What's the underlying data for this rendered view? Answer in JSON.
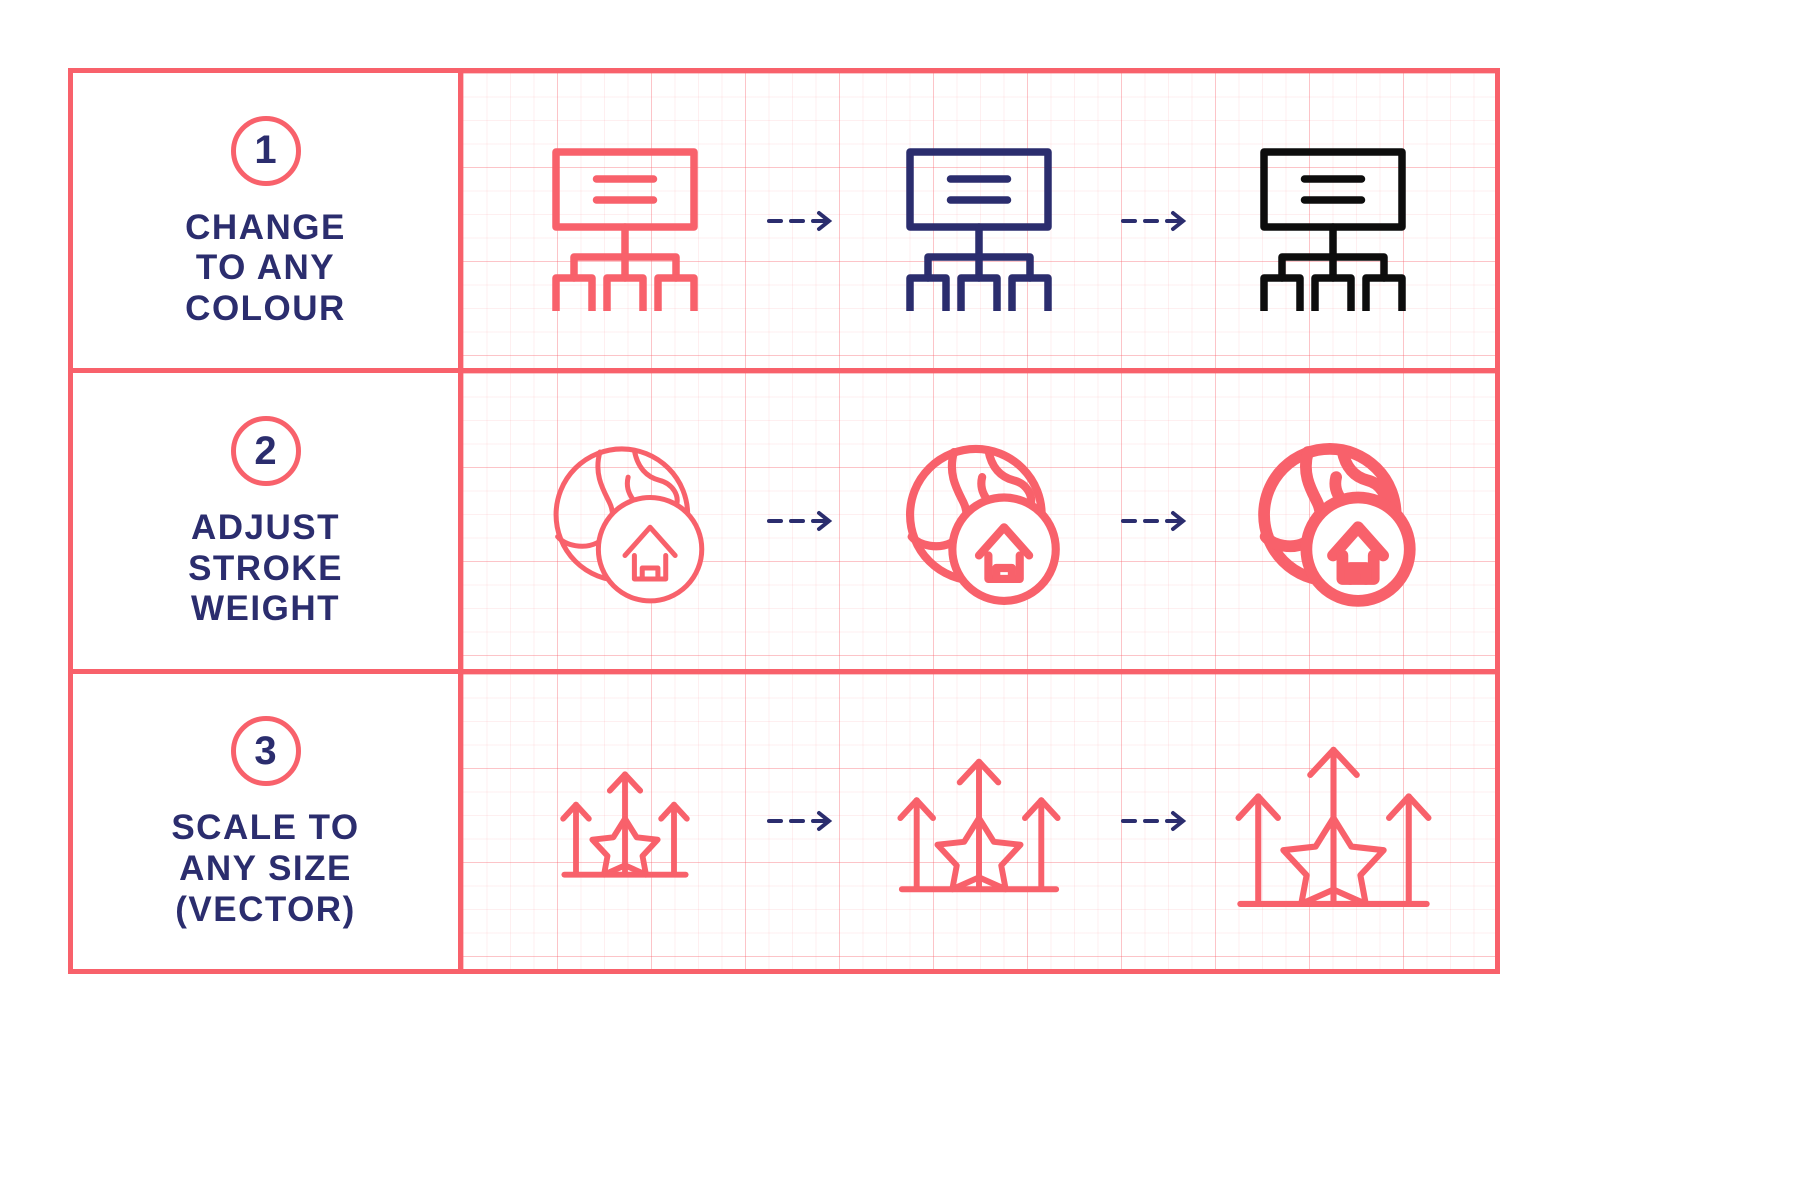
{
  "palette": {
    "coral": "#f8616b",
    "navy": "#2b2d6e",
    "black": "#0d0d0d",
    "grid_line": "#f8616b",
    "background": "#ffffff"
  },
  "rows": [
    {
      "number": "1",
      "label_lines": [
        "CHANGE",
        "TO ANY",
        "COLOUR"
      ],
      "icon_name": "hierarchy-org-chart-icon",
      "variants": [
        {
          "color": "#f8616b",
          "stroke": 5,
          "scale": 1.0
        },
        {
          "color": "#2b2d6e",
          "stroke": 5,
          "scale": 1.0
        },
        {
          "color": "#0d0d0d",
          "stroke": 5,
          "scale": 1.0
        }
      ]
    },
    {
      "number": "2",
      "label_lines": [
        "ADJUST",
        "STROKE",
        "WEIGHT"
      ],
      "icon_name": "globe-home-arrow-icon",
      "variants": [
        {
          "color": "#f8616b",
          "stroke": 3.2,
          "scale": 1.0
        },
        {
          "color": "#f8616b",
          "stroke": 5.2,
          "scale": 1.0
        },
        {
          "color": "#f8616b",
          "stroke": 7.5,
          "scale": 1.0
        }
      ]
    },
    {
      "number": "3",
      "label_lines": [
        "SCALE TO",
        "ANY SIZE",
        "(VECTOR)"
      ],
      "icon_name": "growth-arrows-star-icon",
      "variants": [
        {
          "color": "#f8616b",
          "stroke": 5,
          "scale": 0.78
        },
        {
          "color": "#f8616b",
          "stroke": 5,
          "scale": 1.0
        },
        {
          "color": "#f8616b",
          "stroke": 5,
          "scale": 1.22
        }
      ]
    }
  ],
  "arrow": {
    "name": "dashed-arrow-right-icon",
    "color": "#2b2d6e",
    "count_per_row": 2
  }
}
